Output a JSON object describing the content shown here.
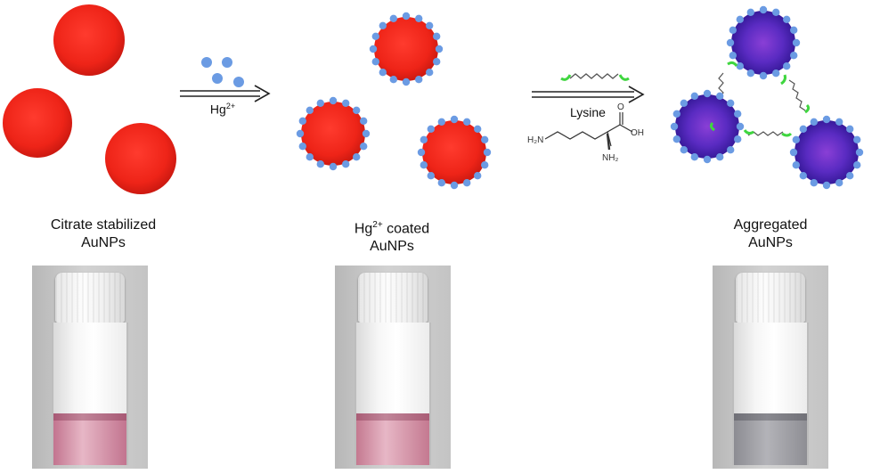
{
  "stages": [
    {
      "caption_line1": "Citrate stabilized",
      "caption_line2": "AuNPs",
      "particle_color": "#e8231b",
      "liquid_color": "#c2748f"
    },
    {
      "caption_line1": "coated",
      "caption_prefix": "Hg",
      "caption_sup": "2+",
      "caption_line2": "AuNPs",
      "particle_color": "#e8231b",
      "liquid_color": "#c47990"
    },
    {
      "caption_line1": "Aggregated",
      "caption_line2": "AuNPs",
      "particle_color": "#4b1fb3",
      "liquid_color": "#9a9aa0"
    }
  ],
  "steps": [
    {
      "label": "Hg",
      "label_sup": "2+"
    },
    {
      "label": "Lysine"
    }
  ],
  "structure": {
    "atom_h2n": "H₂N",
    "atom_oh": "OH",
    "atom_o": "O",
    "atom_nh2": "NH₂"
  },
  "colors": {
    "hg_dot": "#6b9be3",
    "linker_green": "#3fd63f",
    "arrow": "#222222"
  }
}
